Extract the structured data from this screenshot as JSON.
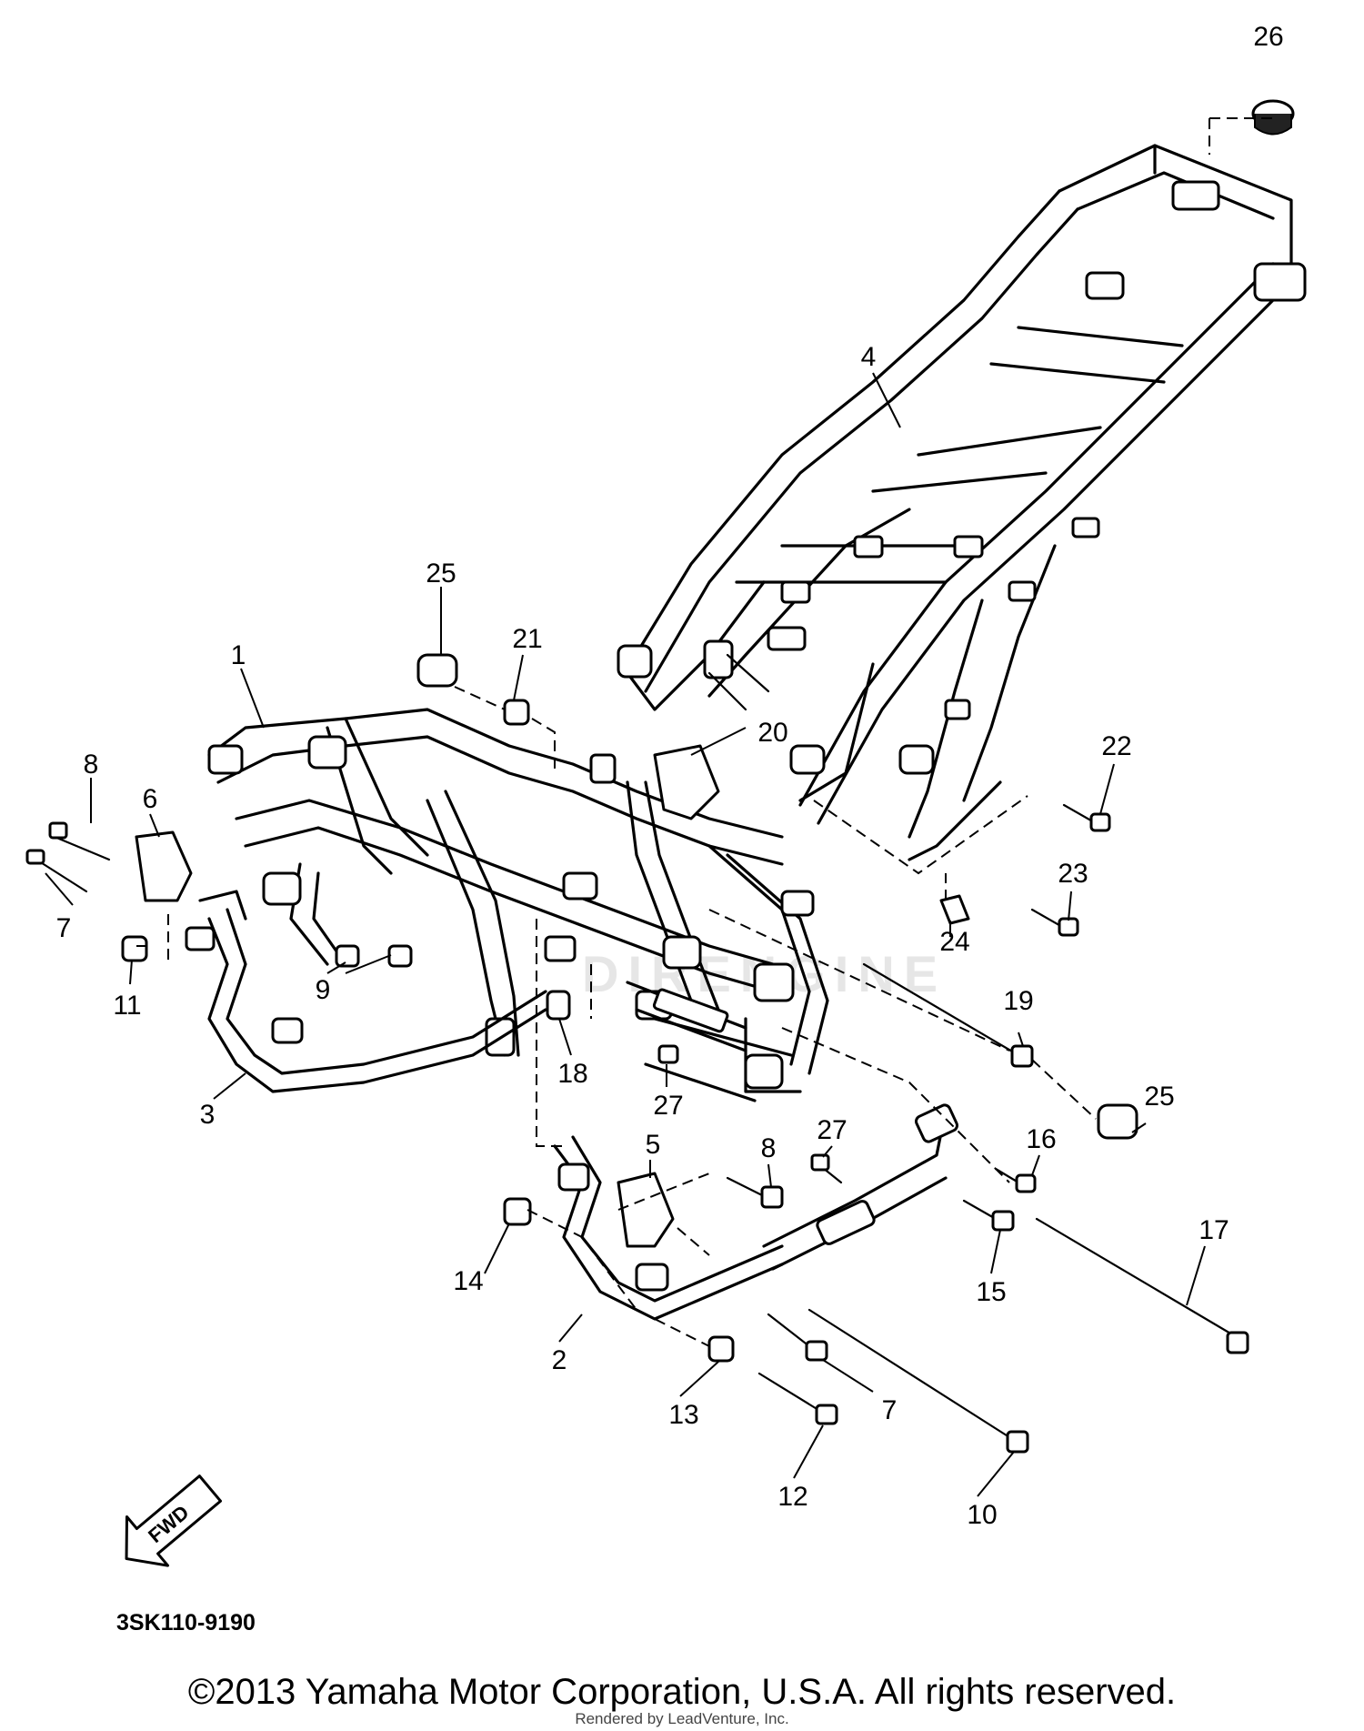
{
  "diagram": {
    "part_code": "3SK110-9190",
    "fwd_label": "FWD",
    "watermark": "DIRENGINE",
    "callouts": [
      "26",
      "4",
      "25",
      "21",
      "1",
      "20",
      "8",
      "6",
      "7",
      "11",
      "22",
      "23",
      "24",
      "9",
      "18",
      "27",
      "3",
      "19",
      "25",
      "5",
      "8",
      "27",
      "16",
      "14",
      "15",
      "17",
      "2",
      "13",
      "7",
      "12",
      "10"
    ]
  },
  "footer": {
    "copyright": "©2013 Yamaha Motor Corporation, U.S.A. All rights reserved.",
    "rendered_by": "Rendered by LeadVenture, Inc."
  }
}
